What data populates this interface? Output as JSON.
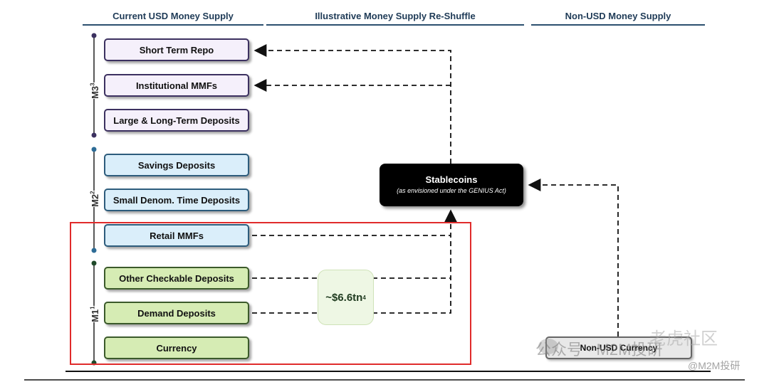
{
  "headers": {
    "current": "Current USD Money Supply",
    "reshuffle": "Illustrative Money Supply Re-Shuffle",
    "nonusd": "Non-USD Money Supply"
  },
  "groups": {
    "m3": {
      "label": "M3",
      "sup": "3"
    },
    "m2": {
      "label": "M2",
      "sup": "2"
    },
    "m1": {
      "label": "M1",
      "sup": "1"
    }
  },
  "boxes": [
    {
      "label": "Short Term Repo"
    },
    {
      "label": "Institutional MMFs"
    },
    {
      "label": "Large & Long-Term Deposits"
    },
    {
      "label": "Savings Deposits"
    },
    {
      "label": "Small Denom. Time Deposits"
    },
    {
      "label": "Retail MMFs"
    },
    {
      "label": "Other Checkable Deposits"
    },
    {
      "label": "Demand Deposits"
    },
    {
      "label": "Currency"
    }
  ],
  "stablecoins": {
    "title": "Stablecoins",
    "subtitle": "(as envisioned under the GENIUS Act)"
  },
  "amount": {
    "value": "~$6.6tn",
    "sup": "4"
  },
  "nonusd_box": {
    "label": "Non-USD Currency"
  },
  "watermarks": {
    "wechat": "公众号 · M2M投研",
    "site": "老虎社区",
    "handle": "@M2M投研"
  },
  "colors": {
    "m3_fill": "#f5f0fb",
    "m2_fill": "#daeefa",
    "m1_fill": "#d6ecb4",
    "highlight_border": "#e02b2b",
    "header_text": "#1f3b57"
  }
}
